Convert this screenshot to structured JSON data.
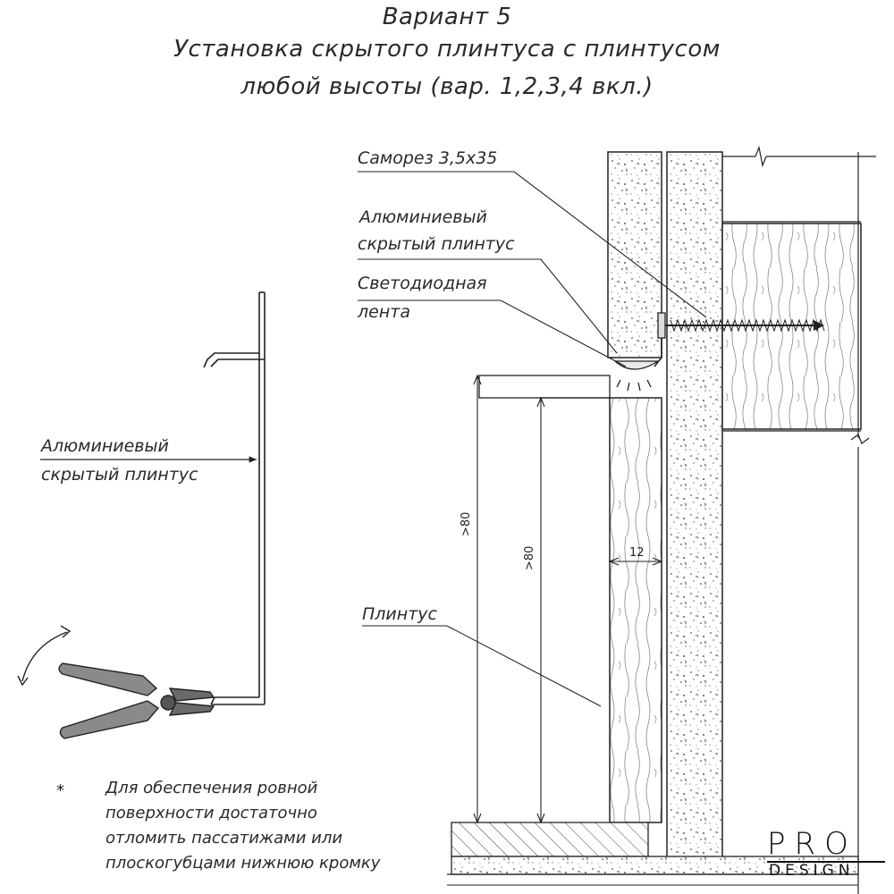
{
  "title": {
    "line1": "Вариант 5",
    "line2": "Установка скрытого плинтуса с плинтусом",
    "line3": "любой высоты (вар. 1,2,3,4 вкл.)"
  },
  "labels": {
    "screw": "Саморез 3,5х35",
    "aluminium_right_1": "Алюминиевый",
    "aluminium_right_2": "скрытый плинтус",
    "led_1": "Светодиодная",
    "led_2": "лента",
    "aluminium_left_1": "Алюминиевый",
    "aluminium_left_2": "скрытый плинтус",
    "plinth": "Плинтус"
  },
  "dimensions": {
    "outer_height": ">80",
    "inner_height": ">80",
    "thickness": "12"
  },
  "note": {
    "marker": "*",
    "lines": [
      "Для обеспечения ровной",
      "поверхности достаточно",
      "отломить пассатижами или",
      "плоскогубцами нижнюю кромку"
    ]
  },
  "logo": {
    "top": "PRO",
    "bottom": "DESIGN"
  }
}
